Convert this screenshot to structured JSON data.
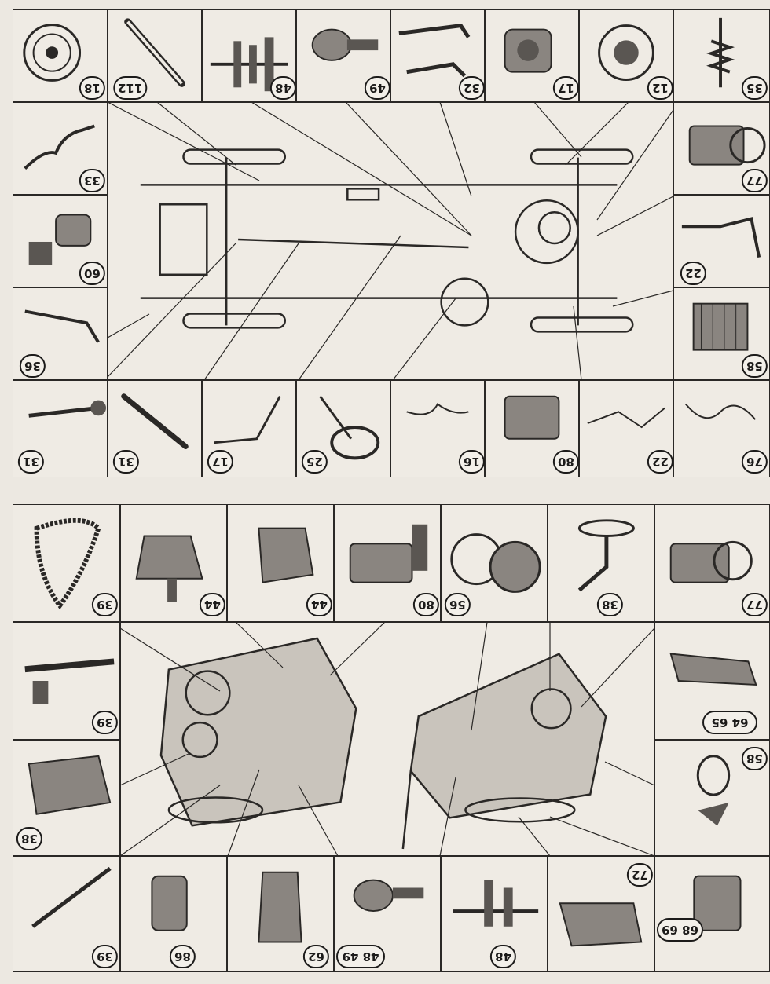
{
  "title": "Parts location diagram (printed inverted)",
  "panels": [
    {
      "id": "chassis",
      "cells": [
        {
          "label": "18"
        },
        {
          "label": "112"
        },
        {
          "label": "48"
        },
        {
          "label": "49"
        },
        {
          "label": "32"
        },
        {
          "label": "17"
        },
        {
          "label": "12"
        },
        {
          "label": "35"
        },
        {
          "label": "33"
        },
        {
          "label": "60"
        },
        {
          "label": "36"
        },
        {
          "label": "77"
        },
        {
          "label": "22"
        },
        {
          "label": "58"
        },
        {
          "label": "31"
        },
        {
          "label": "31"
        },
        {
          "label": "17"
        },
        {
          "label": "25"
        },
        {
          "label": "16"
        },
        {
          "label": "80"
        },
        {
          "label": "22"
        },
        {
          "label": "76"
        }
      ]
    },
    {
      "id": "engine",
      "cells": [
        {
          "label": "39"
        },
        {
          "label": "44"
        },
        {
          "label": "44"
        },
        {
          "label": "80"
        },
        {
          "label": "56"
        },
        {
          "label": "38"
        },
        {
          "label": "77"
        },
        {
          "label": "39"
        },
        {
          "label": "38"
        },
        {
          "label": "64 65"
        },
        {
          "label": "58"
        },
        {
          "label": "39"
        },
        {
          "label": "86"
        },
        {
          "label": "62"
        },
        {
          "label": "48 49"
        },
        {
          "label": "48"
        },
        {
          "label": "72"
        },
        {
          "label": "68 69"
        }
      ]
    }
  ]
}
